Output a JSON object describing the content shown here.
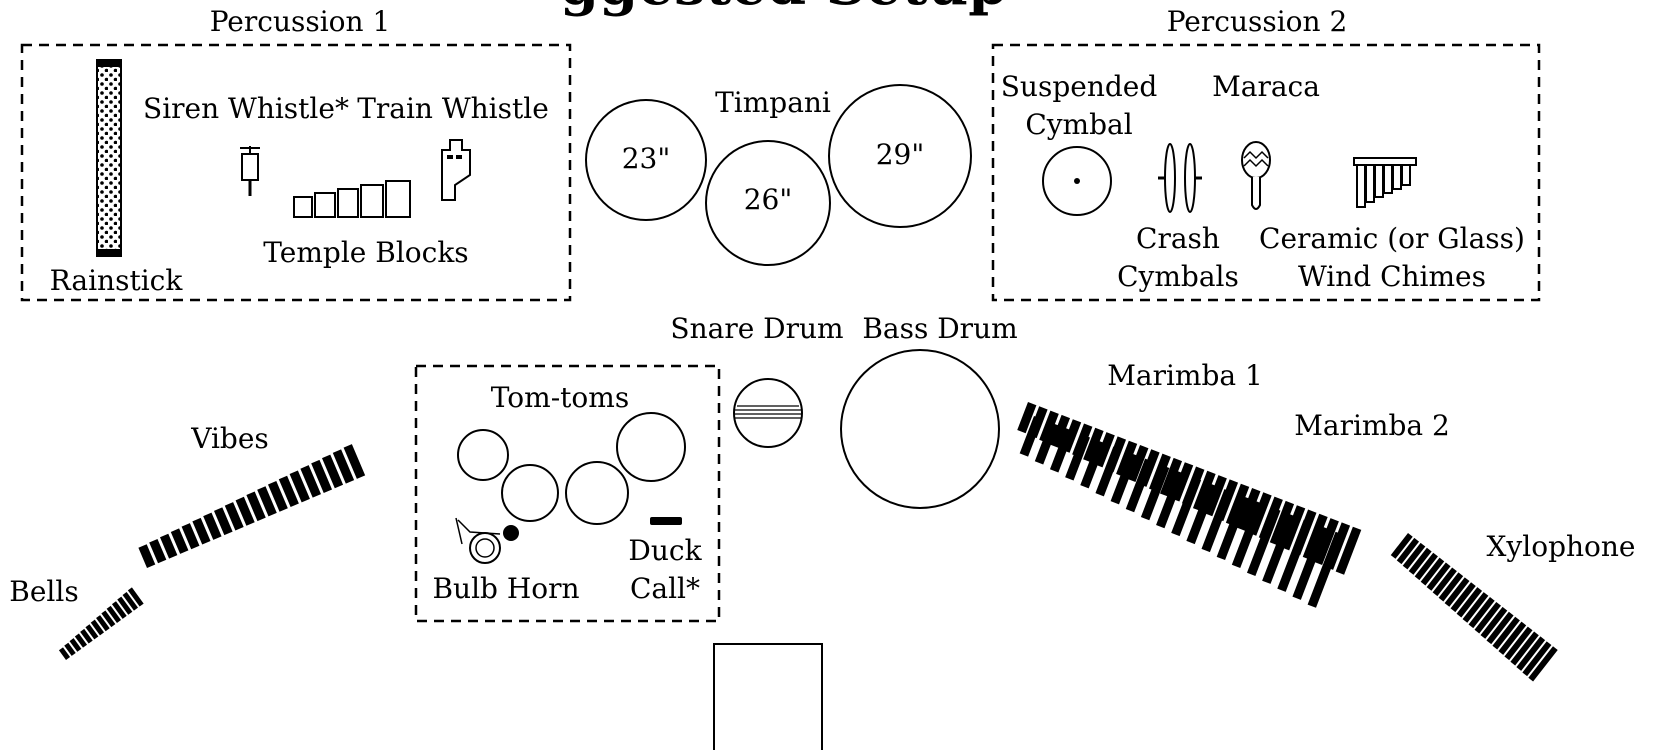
{
  "title_fragment": "ggested Setup",
  "groups": {
    "percussion1": "Percussion 1",
    "percussion2": "Percussion 2"
  },
  "labels": {
    "rainstick": "Rainstick",
    "siren_whistle": "Siren Whistle*",
    "train_whistle": "Train Whistle",
    "temple_blocks": "Temple Blocks",
    "timpani": "Timpani",
    "timp_23": "23\"",
    "timp_26": "26\"",
    "timp_29": "29\"",
    "suspended_cymbal_1": "Suspended",
    "suspended_cymbal_2": "Cymbal",
    "maraca": "Maraca",
    "crash_cymbals_1": "Crash",
    "crash_cymbals_2": "Cymbals",
    "wind_chimes_1": "Ceramic (or Glass)",
    "wind_chimes_2": "Wind Chimes",
    "snare_drum": "Snare Drum",
    "bass_drum": "Bass Drum",
    "tom_toms": "Tom-toms",
    "bulb_horn": "Bulb Horn",
    "duck_call_1": "Duck",
    "duck_call_2": "Call*",
    "vibes": "Vibes",
    "bells": "Bells",
    "marimba1": "Marimba 1",
    "marimba2": "Marimba 2",
    "xylophone": "Xylophone"
  }
}
